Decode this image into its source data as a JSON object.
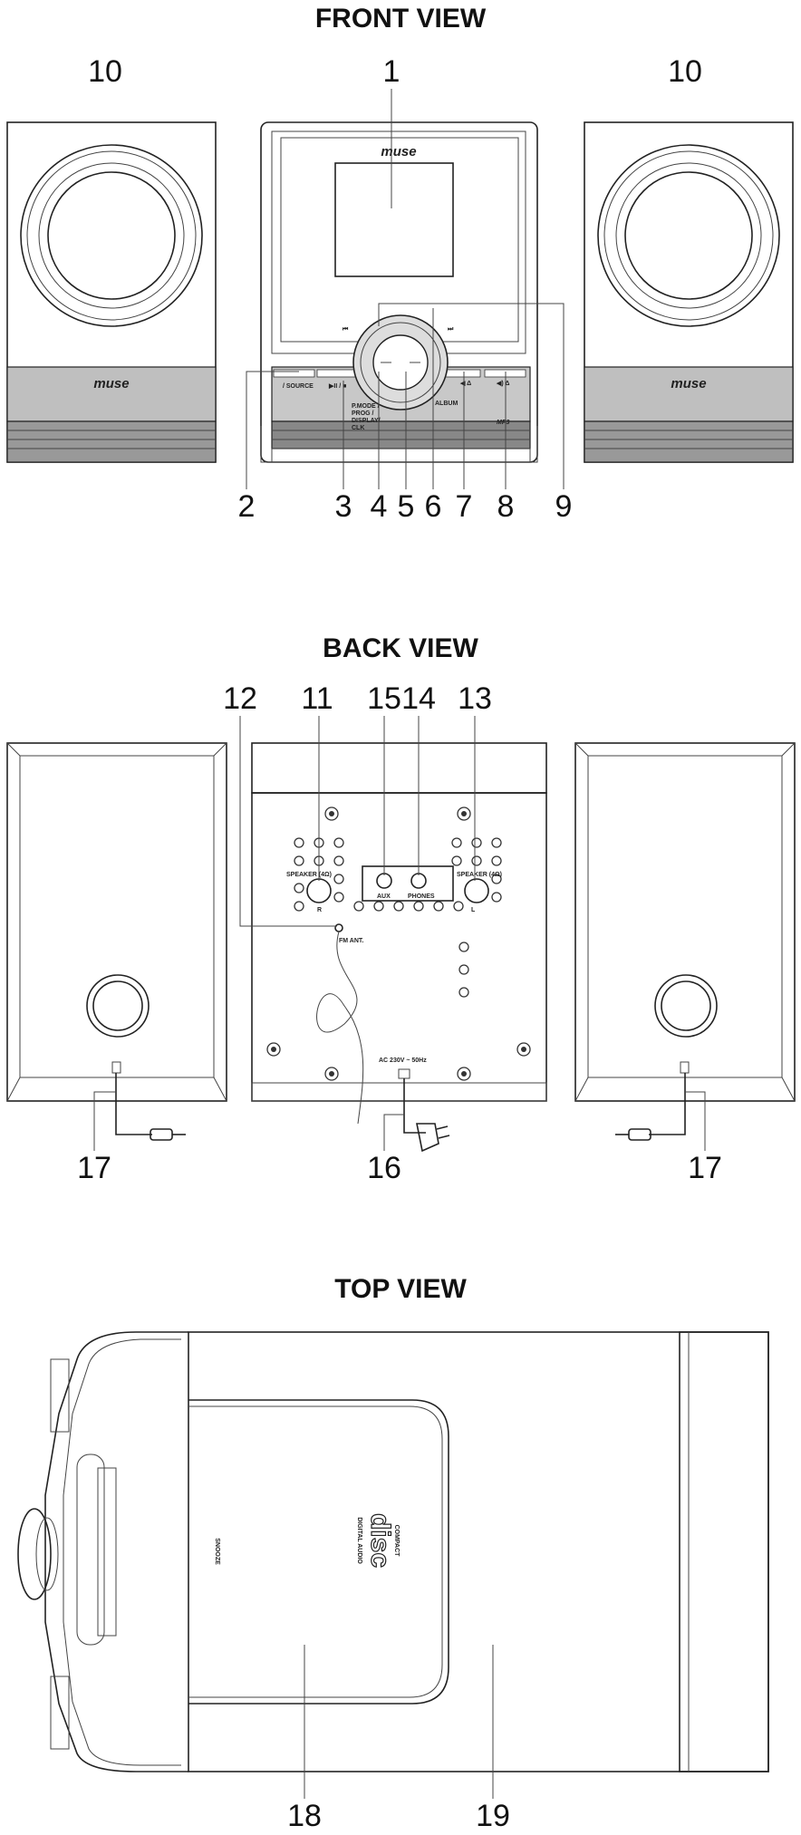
{
  "views": {
    "front": {
      "title": "FRONT VIEW",
      "brand": "muse",
      "callouts": [
        "1",
        "2",
        "3",
        "4",
        "5",
        "6",
        "7",
        "8",
        "9",
        "10"
      ],
      "panel_labels": {
        "source": "/ SOURCE",
        "play_stop": "▶II / ■",
        "pmode": "P.MODE /\nPROG /\nDISPLAY\nCLK",
        "album": "ALBUM",
        "mp3": "MP3",
        "vol_down": "◀ Δ",
        "vol_up": "◀) Δ"
      }
    },
    "back": {
      "title": "BACK VIEW",
      "callouts": [
        "11",
        "12",
        "13",
        "14",
        "15",
        "16",
        "17"
      ],
      "panel_labels": {
        "speaker_r": "SPEAKER (4Ω)",
        "speaker_l": "SPEAKER (4Ω)",
        "r": "R",
        "l": "L",
        "aux": "AUX",
        "phones": "PHONES",
        "fm_ant": "FM ANT.",
        "ac": "AC 230V ~ 50Hz"
      }
    },
    "top": {
      "title": "TOP VIEW",
      "callouts": [
        "18",
        "19"
      ],
      "panel_labels": {
        "snooze": "SNOOZE",
        "compact": "COMPACT",
        "disc": "disc",
        "digital_audio": "DIGITAL AUDIO"
      }
    }
  }
}
